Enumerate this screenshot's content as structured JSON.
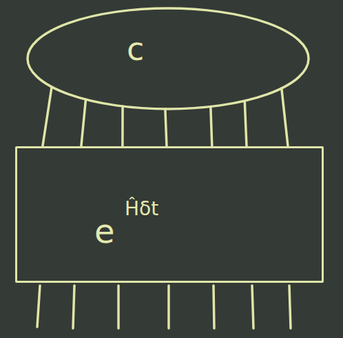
{
  "diagram": {
    "nodes": [
      {
        "text": [
          "c"
        ]
      },
      {
        "text": [
          "e",
          "Ĥδt"
        ]
      }
    ],
    "edges": [
      {
        "from": 0,
        "to": 1,
        "arrow": "none"
      },
      {
        "from": 0,
        "to": 1,
        "arrow": "none"
      },
      {
        "from": 0,
        "to": 1,
        "arrow": "none"
      },
      {
        "from": 0,
        "to": 1,
        "arrow": "none"
      },
      {
        "from": 0,
        "to": 1,
        "arrow": "none"
      },
      {
        "from": 0,
        "to": 1,
        "arrow": "none"
      },
      {
        "from": 0,
        "to": 1,
        "arrow": "none"
      }
    ]
  }
}
